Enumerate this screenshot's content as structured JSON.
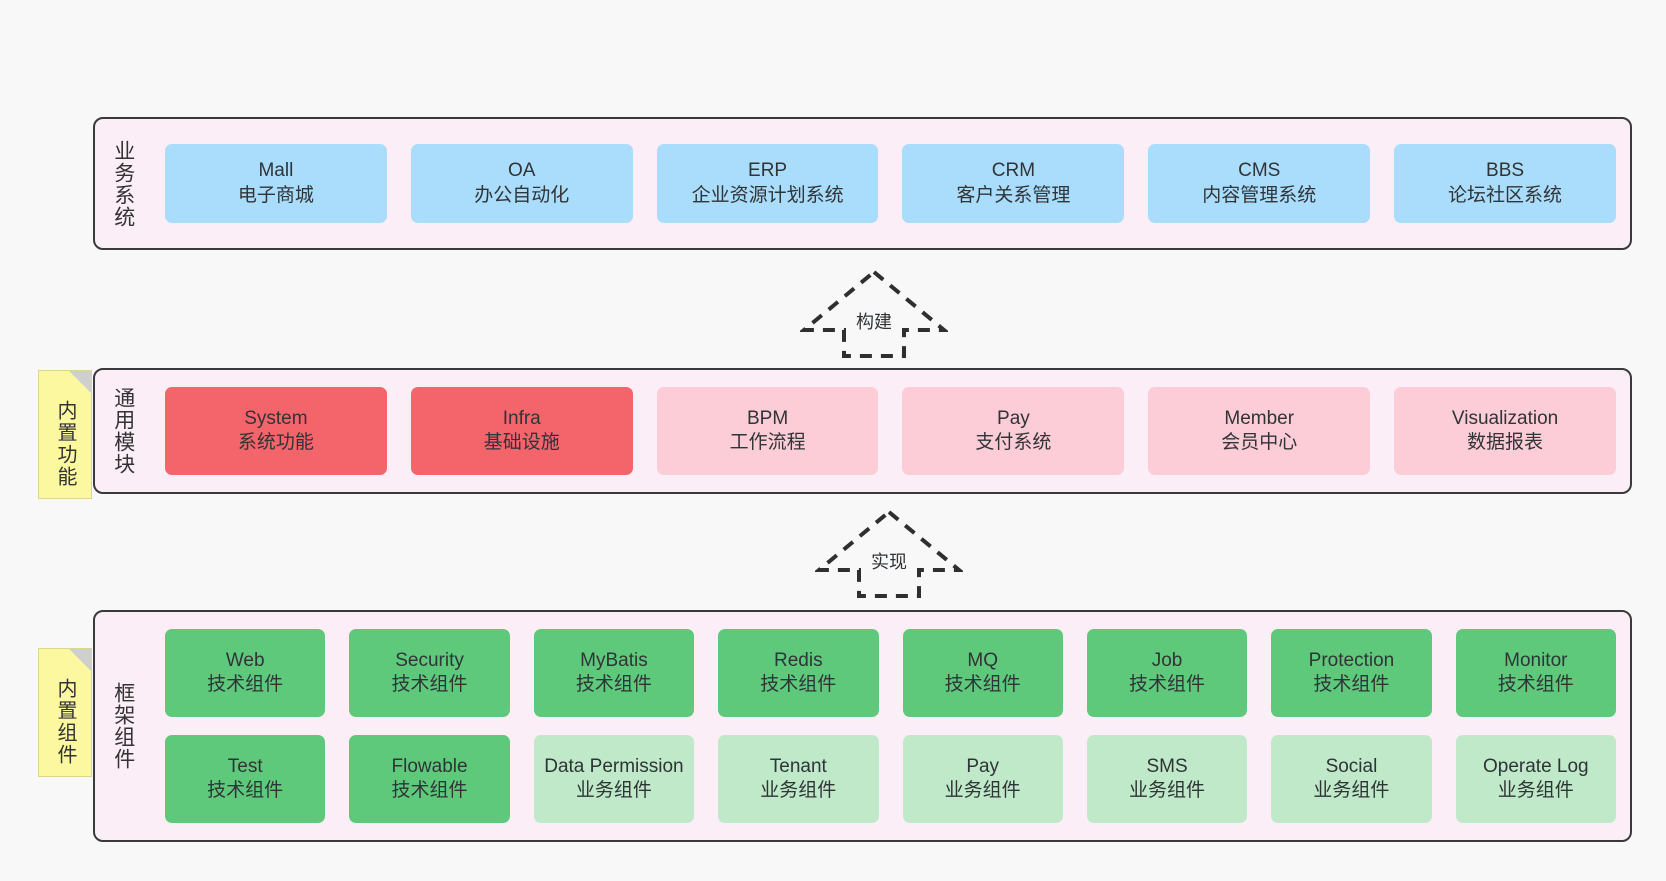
{
  "diagram": {
    "title": "",
    "colors": {
      "background": "#f8f8f8",
      "band_fill": "#fbeef6",
      "band_border": "#3a3a3a",
      "business": "#aadcfb",
      "module_core": "#f4646b",
      "module_other": "#fcccd7",
      "framework_tech": "#5fc97b",
      "framework_biz": "#bfe9c8",
      "note_fill": "#fcf8a0"
    }
  },
  "business_layer": {
    "label": "业务系统",
    "cards": [
      {
        "l1": "Mall",
        "l2": "电子商城"
      },
      {
        "l1": "OA",
        "l2": "办公自动化"
      },
      {
        "l1": "ERP",
        "l2": "企业资源计划系统"
      },
      {
        "l1": "CRM",
        "l2": "客户关系管理"
      },
      {
        "l1": "CMS",
        "l2": "内容管理系统"
      },
      {
        "l1": "BBS",
        "l2": "论坛社区系统"
      }
    ]
  },
  "arrow_build": {
    "label": "构建",
    "name": "build-arrow"
  },
  "module_layer": {
    "label": "通用模块",
    "note": "内置功能",
    "cards": [
      {
        "l1": "System",
        "l2": "系统功能",
        "style": "c-red"
      },
      {
        "l1": "Infra",
        "l2": "基础设施",
        "style": "c-red"
      },
      {
        "l1": "BPM",
        "l2": "工作流程",
        "style": "c-pink"
      },
      {
        "l1": "Pay",
        "l2": "支付系统",
        "style": "c-pink"
      },
      {
        "l1": "Member",
        "l2": "会员中心",
        "style": "c-pink"
      },
      {
        "l1": "Visualization",
        "l2": "数据报表",
        "style": "c-pink"
      }
    ]
  },
  "arrow_implement": {
    "label": "实现",
    "name": "implement-arrow"
  },
  "framework_layer": {
    "label": "框架组件",
    "note": "内置组件",
    "row1": [
      {
        "l1": "Web",
        "l2": "技术组件",
        "style": "c-green"
      },
      {
        "l1": "Security",
        "l2": "技术组件",
        "style": "c-green"
      },
      {
        "l1": "MyBatis",
        "l2": "技术组件",
        "style": "c-green"
      },
      {
        "l1": "Redis",
        "l2": "技术组件",
        "style": "c-green"
      },
      {
        "l1": "MQ",
        "l2": "技术组件",
        "style": "c-green"
      },
      {
        "l1": "Job",
        "l2": "技术组件",
        "style": "c-green"
      },
      {
        "l1": "Protection",
        "l2": "技术组件",
        "style": "c-green"
      },
      {
        "l1": "Monitor",
        "l2": "技术组件",
        "style": "c-green"
      }
    ],
    "row2": [
      {
        "l1": "Test",
        "l2": "技术组件",
        "style": "c-green"
      },
      {
        "l1": "Flowable",
        "l2": "技术组件",
        "style": "c-green"
      },
      {
        "l1": "Data Permission",
        "l2": "业务组件",
        "style": "c-greenlight",
        "wrap": true
      },
      {
        "l1": "Tenant",
        "l2": "业务组件",
        "style": "c-greenlight"
      },
      {
        "l1": "Pay",
        "l2": "业务组件",
        "style": "c-greenlight"
      },
      {
        "l1": "SMS",
        "l2": "业务组件",
        "style": "c-greenlight"
      },
      {
        "l1": "Social",
        "l2": "业务组件",
        "style": "c-greenlight"
      },
      {
        "l1": "Operate Log",
        "l2": "业务组件",
        "style": "c-greenlight"
      }
    ]
  }
}
